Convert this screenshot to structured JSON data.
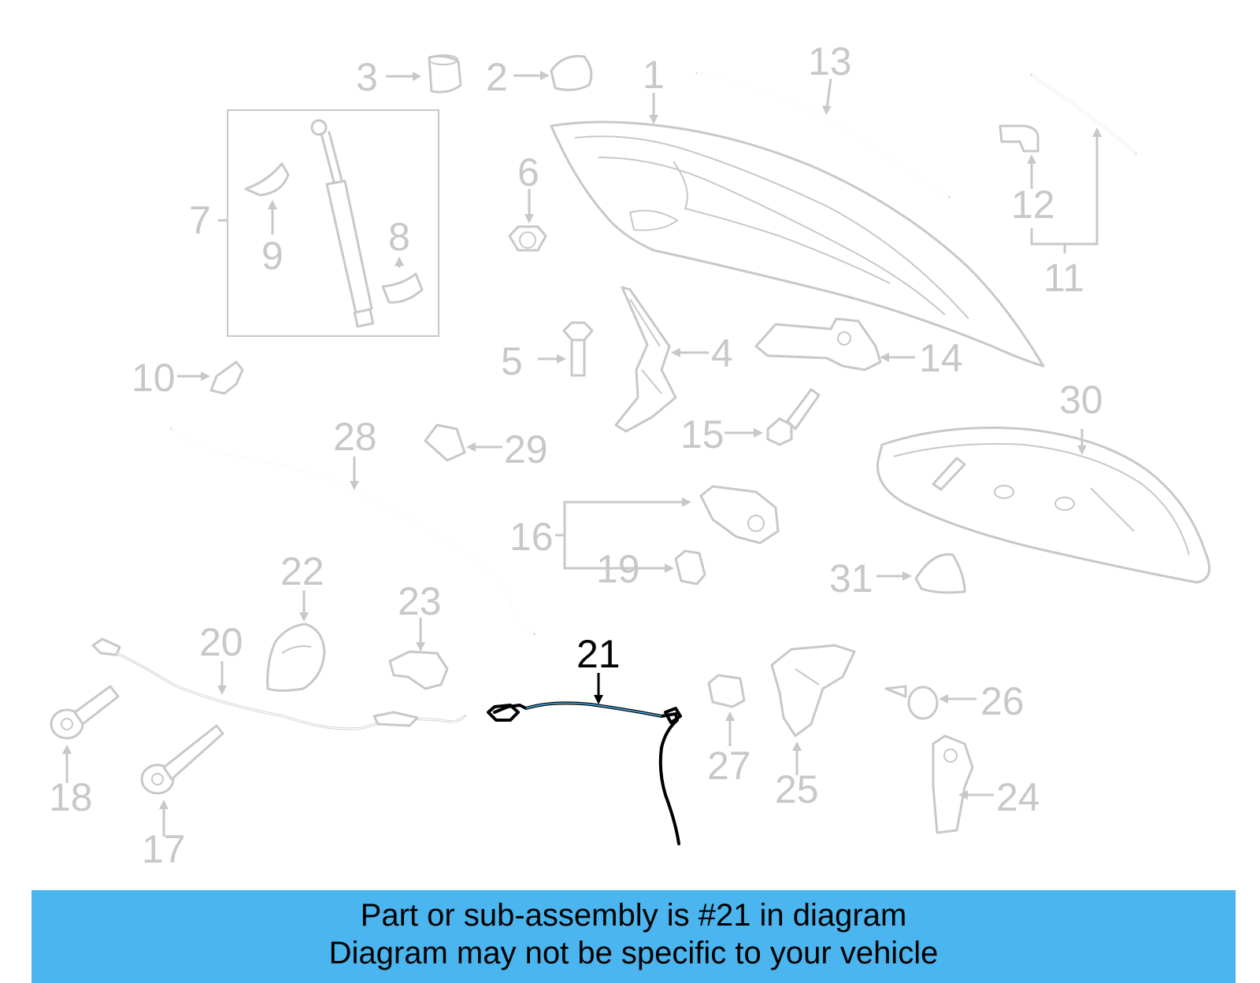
{
  "diagram": {
    "highlight_color": "#4ab5ee",
    "part_color": "#c8c8c8",
    "highlighted_part": "21",
    "callouts": {
      "c1": "1",
      "c2": "2",
      "c3": "3",
      "c4": "4",
      "c5": "5",
      "c6": "6",
      "c7": "7",
      "c8": "8",
      "c9": "9",
      "c10": "10",
      "c11": "11",
      "c12": "12",
      "c13": "13",
      "c14": "14",
      "c15": "15",
      "c16": "16",
      "c17": "17",
      "c18": "18",
      "c19": "19",
      "c20": "20",
      "c21": "21",
      "c22": "22",
      "c23": "23",
      "c24": "24",
      "c25": "25",
      "c26": "26",
      "c27": "27",
      "c28": "28",
      "c29": "29",
      "c30": "30",
      "c31": "31"
    }
  },
  "banner": {
    "line1": "Part or sub-assembly is #21 in diagram",
    "line2": "Diagram may not be specific to your vehicle"
  }
}
